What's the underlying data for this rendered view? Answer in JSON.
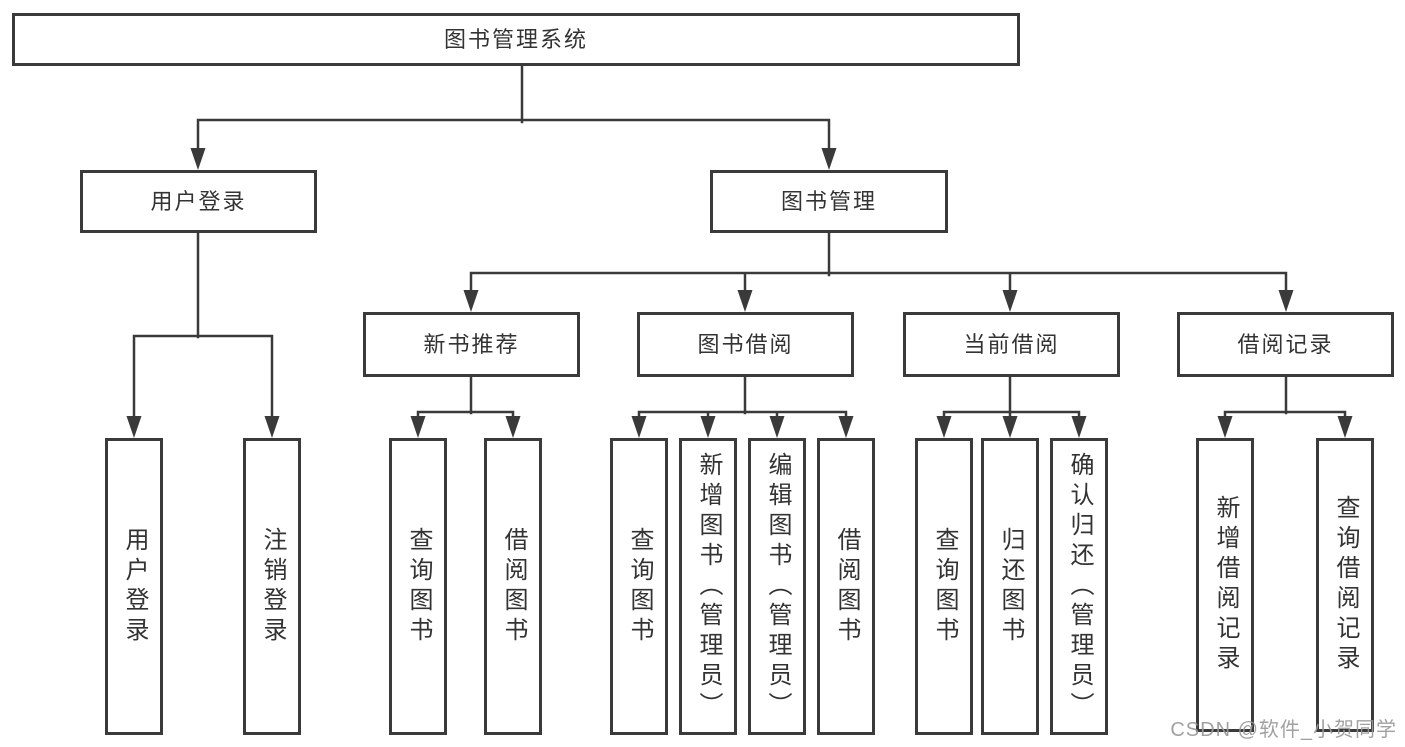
{
  "diagram": {
    "root": {
      "label": "图书管理系统"
    },
    "level1": {
      "user_login": "用户登录",
      "book_management": "图书管理"
    },
    "level2": {
      "new_book_recommend": "新书推荐",
      "book_borrow": "图书借阅",
      "current_borrow": "当前借阅",
      "borrow_record": "借阅记录"
    },
    "leaves": {
      "user_login": [
        "用户登录",
        "注销登录"
      ],
      "new_book_recommend": [
        "查询图书",
        "借阅图书"
      ],
      "book_borrow": [
        "查询图书",
        "新增图书（管理员）",
        "编辑图书（管理员）",
        "借阅图书"
      ],
      "current_borrow": [
        "查询图书",
        "归还图书",
        "确认归还（管理员）"
      ],
      "borrow_record": [
        "新增借阅记录",
        "查询借阅记录"
      ]
    }
  },
  "watermark": {
    "text": "CSDN @软件_小贺同学"
  },
  "colors": {
    "line": "#3a3a3a",
    "text": "#333333",
    "watermark": "#9a9a9a",
    "background": "#ffffff"
  }
}
